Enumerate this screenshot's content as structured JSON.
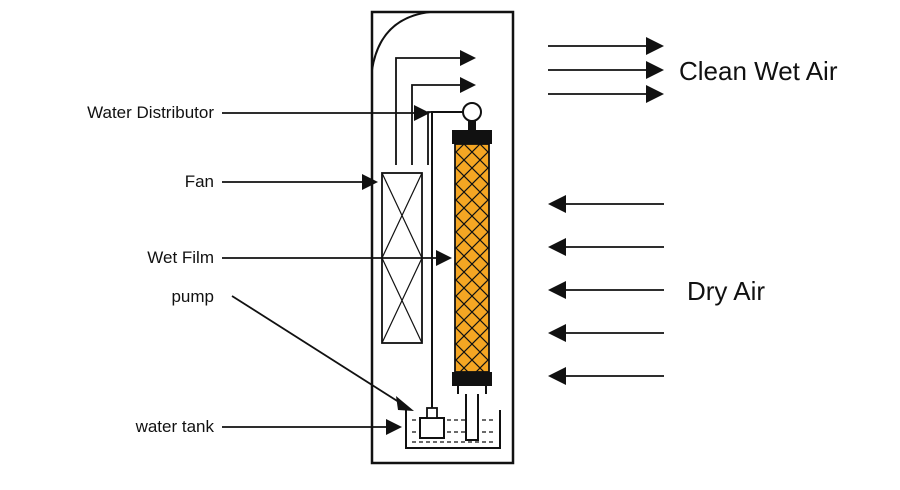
{
  "labels": {
    "water_distributor": "Water Distributor",
    "fan": "Fan",
    "wet_film": "Wet Film",
    "pump": "pump",
    "water_tank": "water tank",
    "clean_wet_air": "Clean Wet Air",
    "dry_air": "Dry Air"
  },
  "colors": {
    "line": "#111111",
    "wet_film_fill": "#F5A623",
    "background": "#ffffff"
  },
  "icons": {
    "fan": "fan-cross-box-icon",
    "wet_film": "crosshatch-pad-icon",
    "water_distributor": "nozzle-circle-icon",
    "pump": "pump-box-icon"
  }
}
